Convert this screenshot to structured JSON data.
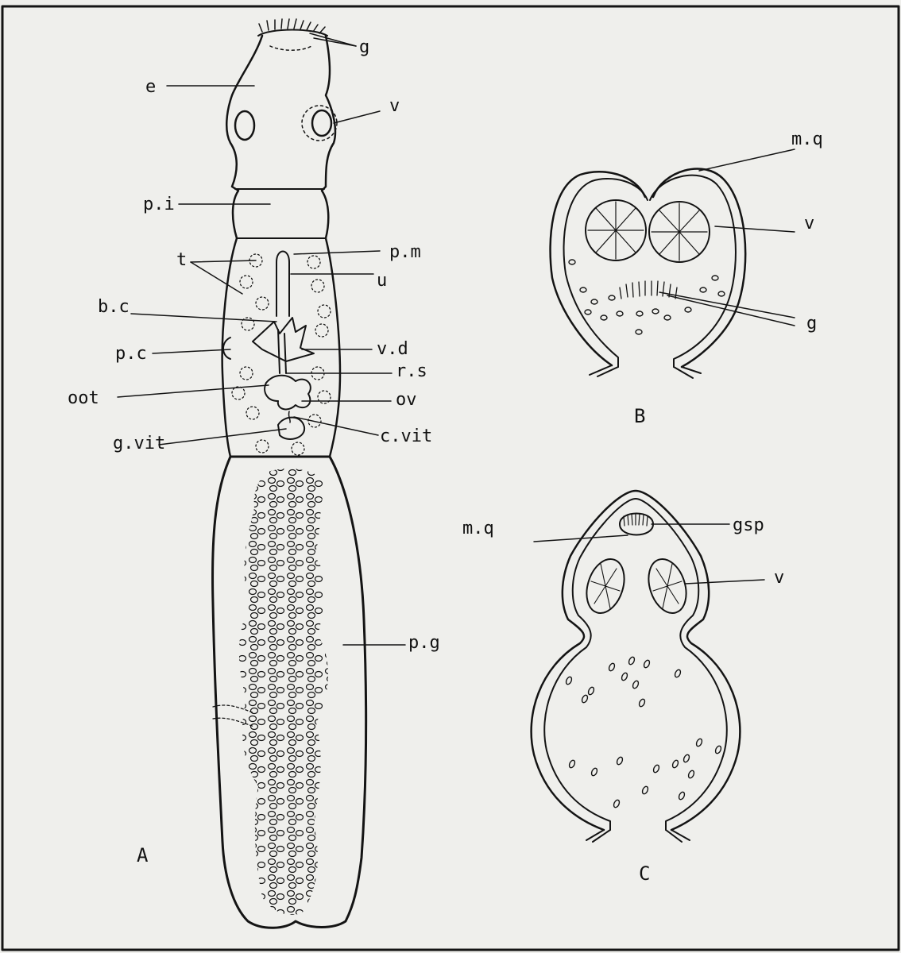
{
  "figure_a": {
    "panel_letter": "A",
    "labels": {
      "g": "g",
      "e": "e",
      "v": "v",
      "pi": "p.i",
      "pm": "p.m",
      "t": "t",
      "u": "u",
      "bc": "b.c",
      "pc": "p.c",
      "vd": "v.d",
      "rs": "r.s",
      "oot": "oot",
      "ov": "ov",
      "gvit": "g.vit",
      "cvit": "c.vit",
      "pg": "p.g"
    }
  },
  "figure_b": {
    "panel_letter": "B",
    "labels": {
      "mq": "m.q",
      "v": "v",
      "g": "g"
    }
  },
  "figure_c": {
    "panel_letter": "C",
    "labels": {
      "mq": "m.q",
      "gsp": "gsp",
      "v": "v"
    }
  }
}
